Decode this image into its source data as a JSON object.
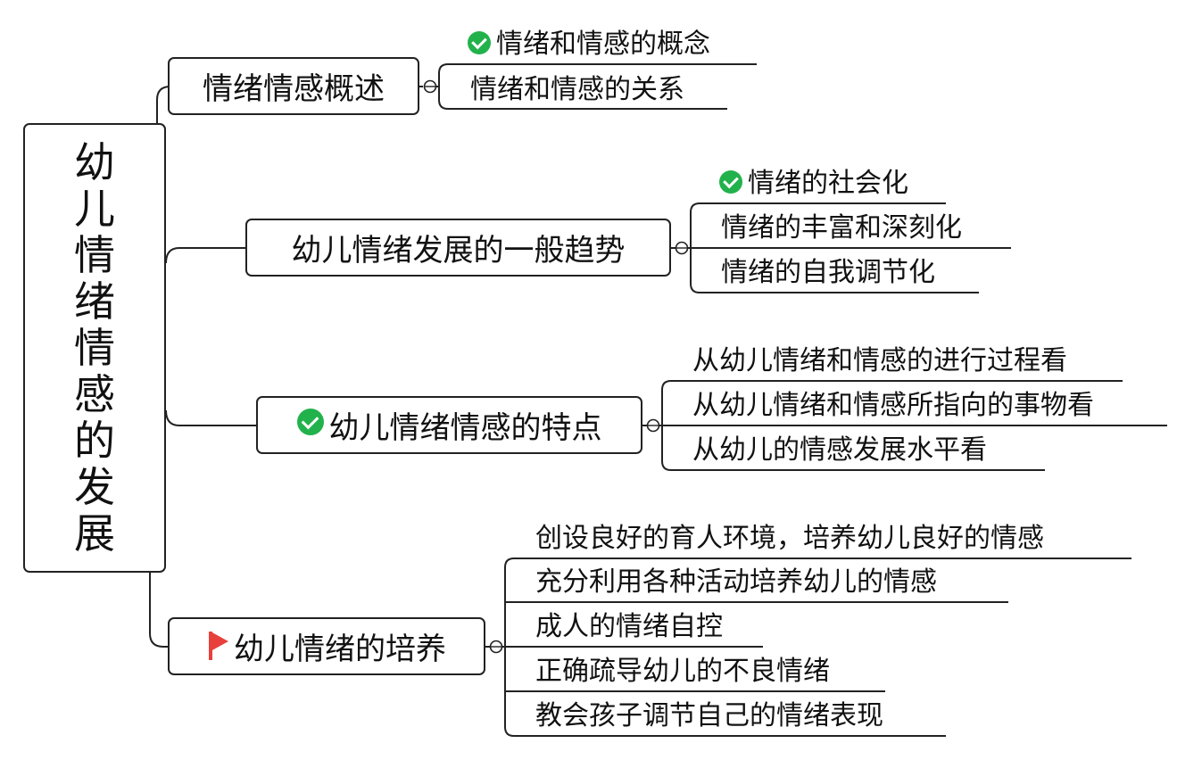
{
  "root": {
    "title_chars": [
      "幼",
      "儿",
      "情",
      "绪",
      "情",
      "感",
      "的",
      "发",
      "展"
    ]
  },
  "branches": [
    {
      "label": "情绪情感概述",
      "icon": "",
      "children": [
        {
          "label": "情绪和情感的概念",
          "icon": "check-icon"
        },
        {
          "label": "情绪和情感的关系",
          "icon": ""
        }
      ]
    },
    {
      "label": "幼儿情绪发展的一般趋势",
      "icon": "",
      "children": [
        {
          "label": "情绪的社会化",
          "icon": "check-icon"
        },
        {
          "label": "情绪的丰富和深刻化",
          "icon": ""
        },
        {
          "label": "情绪的自我调节化",
          "icon": ""
        }
      ]
    },
    {
      "label": "幼儿情绪情感的特点",
      "icon": "check-icon",
      "children": [
        {
          "label": "从幼儿情绪和情感的进行过程看",
          "icon": ""
        },
        {
          "label": "从幼儿情绪和情感所指向的事物看",
          "icon": ""
        },
        {
          "label": "从幼儿的情感发展水平看",
          "icon": ""
        }
      ]
    },
    {
      "label": "幼儿情绪的培养",
      "icon": "flag-icon",
      "children": [
        {
          "label": "创设良好的育人环境，培养幼儿良好的情感",
          "icon": ""
        },
        {
          "label": "充分利用各种活动培养幼儿的情感",
          "icon": ""
        },
        {
          "label": "成人的情绪自控",
          "icon": ""
        },
        {
          "label": "正确疏导幼儿的不良情绪",
          "icon": ""
        },
        {
          "label": "教会孩子调节自己的情绪表现",
          "icon": ""
        }
      ]
    }
  ],
  "colors": {
    "line": "#222222",
    "check": "#22b24c",
    "flag": "#e8403c"
  }
}
